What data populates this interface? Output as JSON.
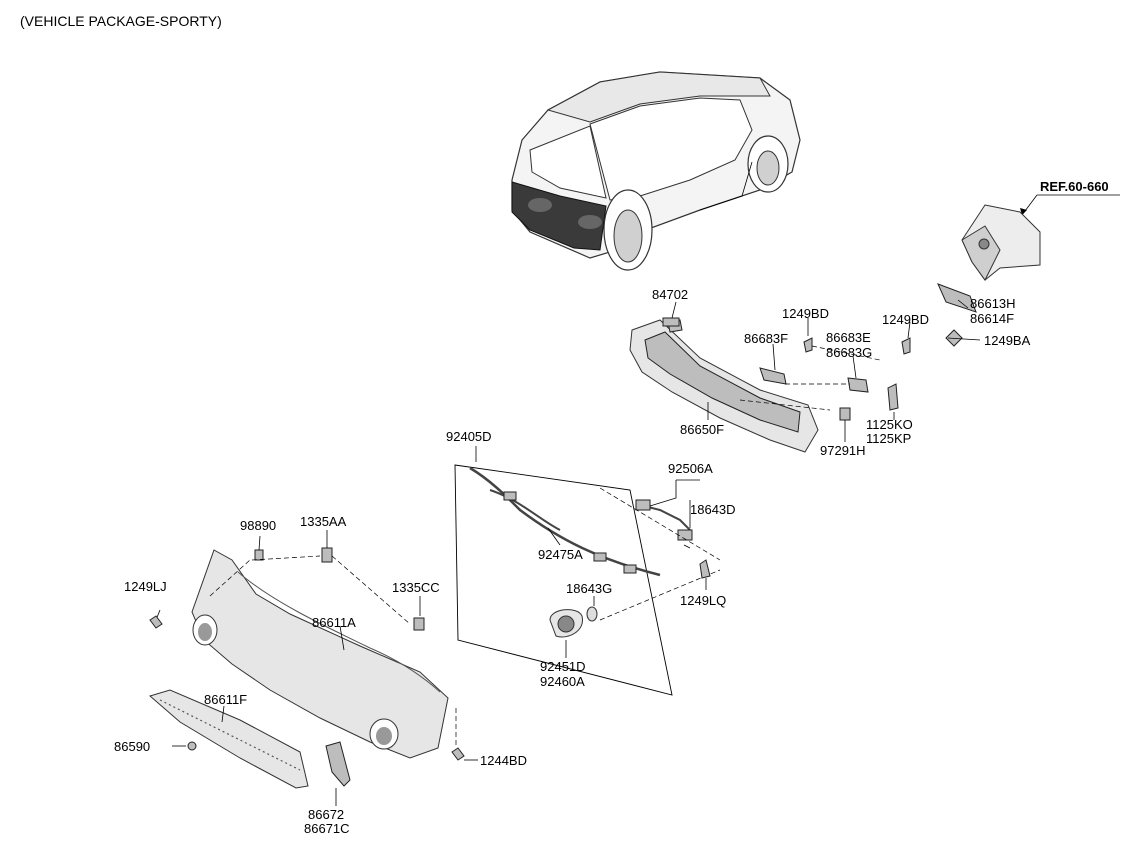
{
  "header": {
    "package": "(VEHICLE PACKAGE-SPORTY)"
  },
  "reference": {
    "label": "REF.60-660"
  },
  "parts": {
    "p84702": "84702",
    "p1249BD_a": "1249BD",
    "p1249BD_b": "1249BD",
    "p86683F": "86683F",
    "p86683E": "86683E",
    "p86683G": "86683G",
    "p86613H": "86613H",
    "p86614F": "86614F",
    "p1249BA": "1249BA",
    "p86650F": "86650F",
    "p1125KO": "1125KO",
    "p1125KP": "1125KP",
    "p97291H": "97291H",
    "p92405D": "92405D",
    "p92506A": "92506A",
    "p18643D": "18643D",
    "p92475A": "92475A",
    "p18643G": "18643G",
    "p1249LQ": "1249LQ",
    "p92451D": "92451D",
    "p92460A": "92460A",
    "p98890": "98890",
    "p1335AA": "1335AA",
    "p1249LJ": "1249LJ",
    "p1335CC": "1335CC",
    "p86611A": "86611A",
    "p86611F": "86611F",
    "p86590": "86590",
    "p1244BD": "1244BD",
    "p86672": "86672",
    "p86671C": "86671C"
  }
}
